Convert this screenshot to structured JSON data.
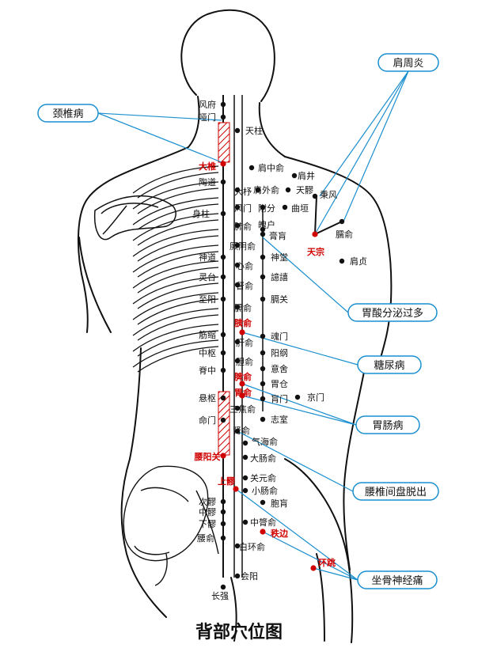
{
  "caption": "背部穴位图",
  "colors": {
    "line": "#1a8fcf",
    "red": "#d00000",
    "ink": "#111111"
  },
  "conditions": [
    {
      "id": "cervical",
      "label": "颈椎病"
    },
    {
      "id": "shoulder",
      "label": "肩周炎"
    },
    {
      "id": "acid",
      "label": "胃酸分泌过多"
    },
    {
      "id": "diabetes",
      "label": "糖尿病"
    },
    {
      "id": "gastro",
      "label": "胃肠病"
    },
    {
      "id": "lumbar",
      "label": "腰椎间盘脱出"
    },
    {
      "id": "sciatica",
      "label": "坐骨神经痛"
    }
  ],
  "points": [
    {
      "label": "风府"
    },
    {
      "label": "哑门"
    },
    {
      "label": "天柱"
    },
    {
      "label": "大椎",
      "hl": true
    },
    {
      "label": "肩中俞"
    },
    {
      "label": "肩井"
    },
    {
      "label": "陶道"
    },
    {
      "label": "大杼"
    },
    {
      "label": "肩外俞"
    },
    {
      "label": "天髎"
    },
    {
      "label": "秉风"
    },
    {
      "label": "风门"
    },
    {
      "label": "附分"
    },
    {
      "label": "曲垣"
    },
    {
      "label": "身柱"
    },
    {
      "label": "肺俞"
    },
    {
      "label": "魄户"
    },
    {
      "label": "膏肓"
    },
    {
      "label": "天宗",
      "hl": true
    },
    {
      "label": "臑俞"
    },
    {
      "label": "肩贞"
    },
    {
      "label": "厥阴俞"
    },
    {
      "label": "神道"
    },
    {
      "label": "神堂"
    },
    {
      "label": "心俞"
    },
    {
      "label": "灵台"
    },
    {
      "label": "督俞"
    },
    {
      "label": "譩譆"
    },
    {
      "label": "至阳"
    },
    {
      "label": "膈俞"
    },
    {
      "label": "膈关"
    },
    {
      "label": "胰俞",
      "hl": true
    },
    {
      "label": "筋缩"
    },
    {
      "label": "肝俞"
    },
    {
      "label": "魂门"
    },
    {
      "label": "中枢"
    },
    {
      "label": "阳纲"
    },
    {
      "label": "胆俞"
    },
    {
      "label": "脊中"
    },
    {
      "label": "意舍"
    },
    {
      "label": "脾俞",
      "hl": true
    },
    {
      "label": "胃仓"
    },
    {
      "label": "悬枢"
    },
    {
      "label": "胃俞",
      "hl": true
    },
    {
      "label": "肓门"
    },
    {
      "label": "京门"
    },
    {
      "label": "三焦俞"
    },
    {
      "label": "命门"
    },
    {
      "label": "志室"
    },
    {
      "label": "肾俞"
    },
    {
      "label": "气海俞"
    },
    {
      "label": "腰阳关",
      "hl": true
    },
    {
      "label": "大肠俞"
    },
    {
      "label": "上髎",
      "hl": true
    },
    {
      "label": "关元俞"
    },
    {
      "label": "次髎"
    },
    {
      "label": "小肠俞"
    },
    {
      "label": "中髎"
    },
    {
      "label": "胞肓"
    },
    {
      "label": "下髎"
    },
    {
      "label": "中膂俞"
    },
    {
      "label": "秩边",
      "hl": true
    },
    {
      "label": "腰俞"
    },
    {
      "label": "白环俞"
    },
    {
      "label": "环跳",
      "hl": true
    },
    {
      "label": "会阳"
    },
    {
      "label": "长强"
    }
  ]
}
